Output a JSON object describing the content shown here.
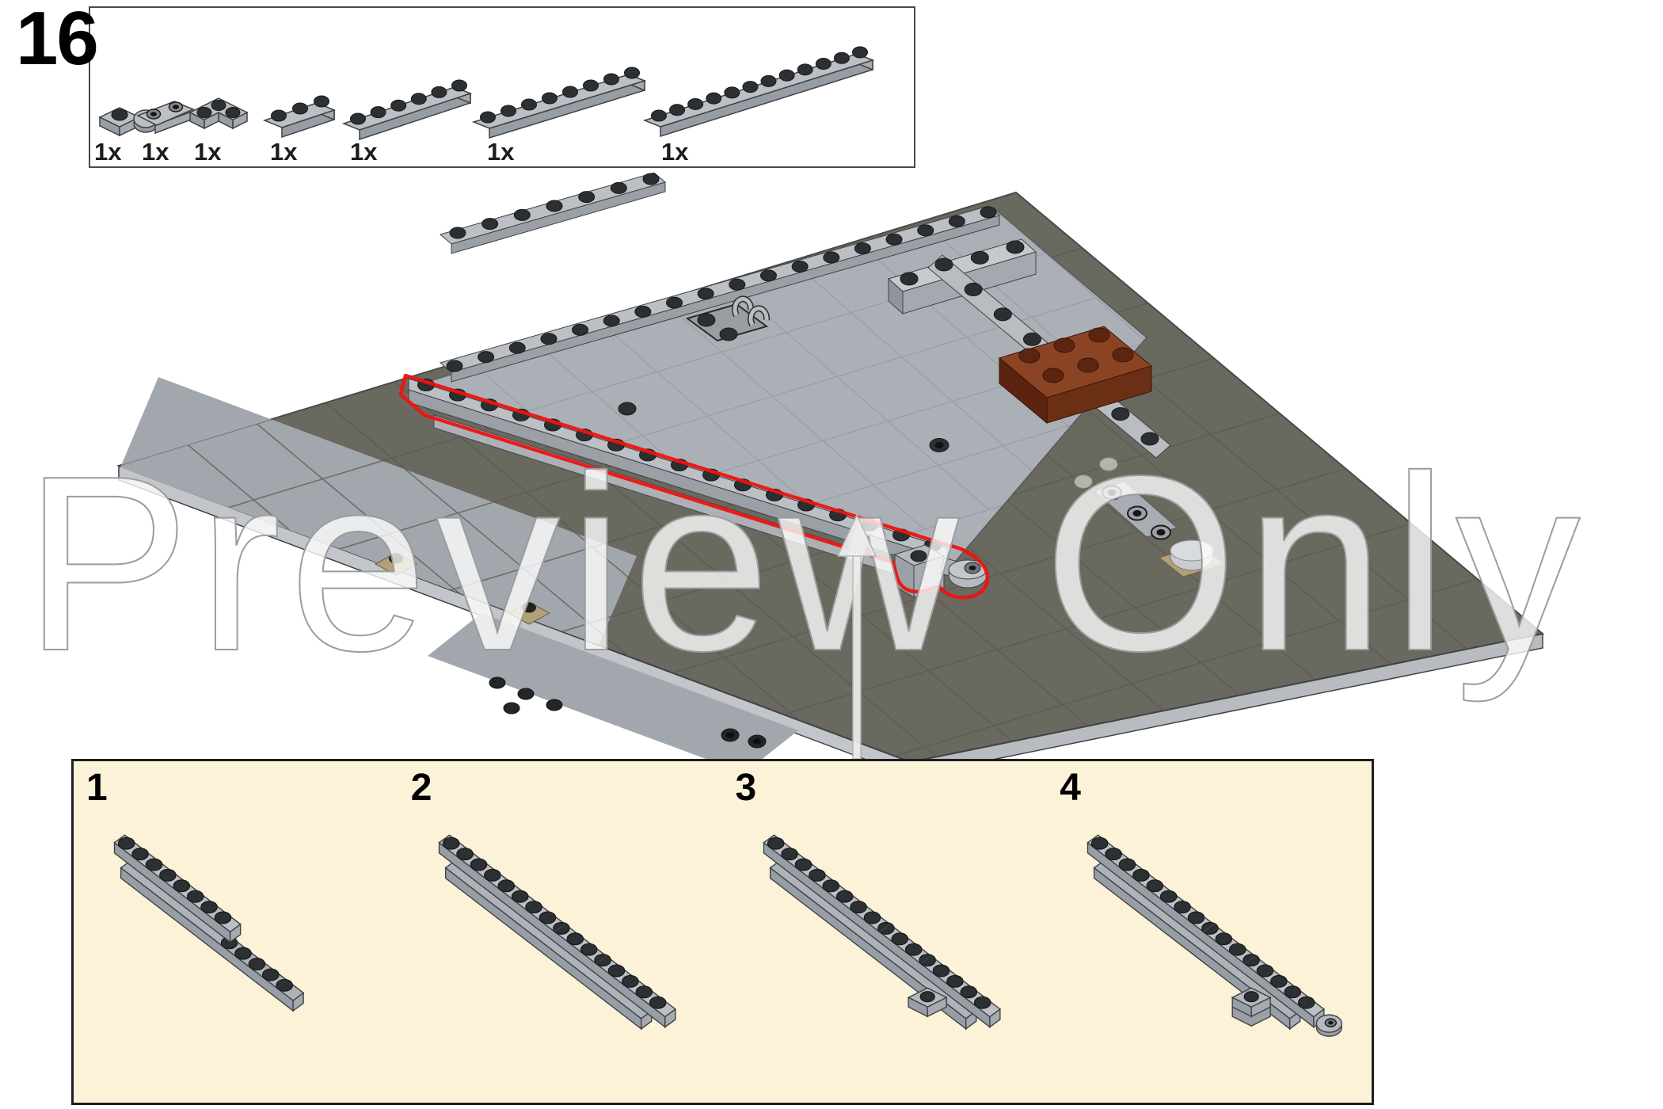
{
  "page": {
    "step_number": "16",
    "watermark": "Preview Only"
  },
  "parts_list": {
    "items": [
      {
        "part": "plate-1x1",
        "count": "1x"
      },
      {
        "part": "plate-round-1x2-open-studs",
        "count": "1x"
      },
      {
        "part": "plate-2x2-corner",
        "count": "1x"
      },
      {
        "part": "plate-1x3",
        "count": "1x"
      },
      {
        "part": "plate-1x6",
        "count": "1x"
      },
      {
        "part": "plate-1x8",
        "count": "1x"
      },
      {
        "part": "plate-1x12",
        "count": "1x"
      }
    ]
  },
  "substeps": {
    "items": [
      {
        "label": "1"
      },
      {
        "label": "2"
      },
      {
        "label": "3"
      },
      {
        "label": "4"
      }
    ]
  },
  "colors": {
    "accent_red": "#ee1310",
    "substeps_background": "#fcf2d7",
    "baseplate_dark": "#6a695f",
    "plate_light": "#abb0b6",
    "brick_brown": "#8a4424",
    "tan": "#b2a078",
    "watermark_stroke": "#9c9c9c"
  }
}
